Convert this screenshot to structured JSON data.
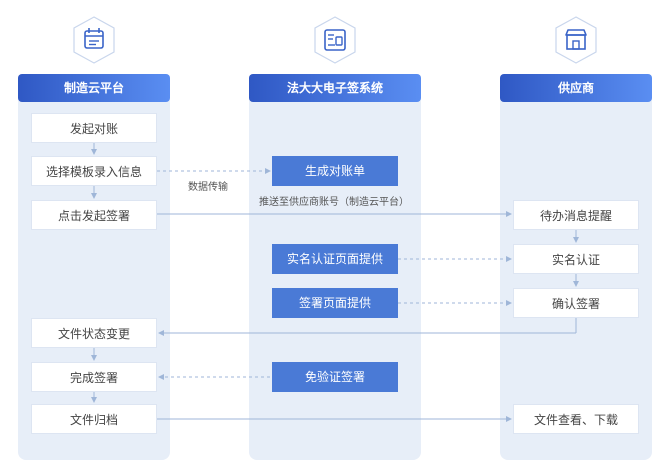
{
  "columns": {
    "left": {
      "title": "制造云平台",
      "icon": "calendar-checklist-icon"
    },
    "mid": {
      "title": "法大大电子签系统",
      "icon": "document-seal-icon"
    },
    "right": {
      "title": "供应商",
      "icon": "storefront-icon"
    }
  },
  "left_steps": [
    "发起对账",
    "选择模板录入信息",
    "点击发起签署",
    "文件状态变更",
    "完成签署",
    "文件归档"
  ],
  "mid_steps": [
    "生成对账单",
    "实名认证页面提供",
    "签署页面提供",
    "免验证签署"
  ],
  "right_steps": [
    "待办消息提醒",
    "实名认证",
    "确认签署",
    "文件查看、下载"
  ],
  "notes": {
    "data_transfer": "数据传输",
    "push": "推送至供应商账号（制造云平台）"
  },
  "colors": {
    "header_start": "#2f58c4",
    "header_end": "#5a8ef2",
    "column_bg": "#e7eef8",
    "blue_box": "#4a7ad6",
    "arrow": "#9fb6d8"
  }
}
